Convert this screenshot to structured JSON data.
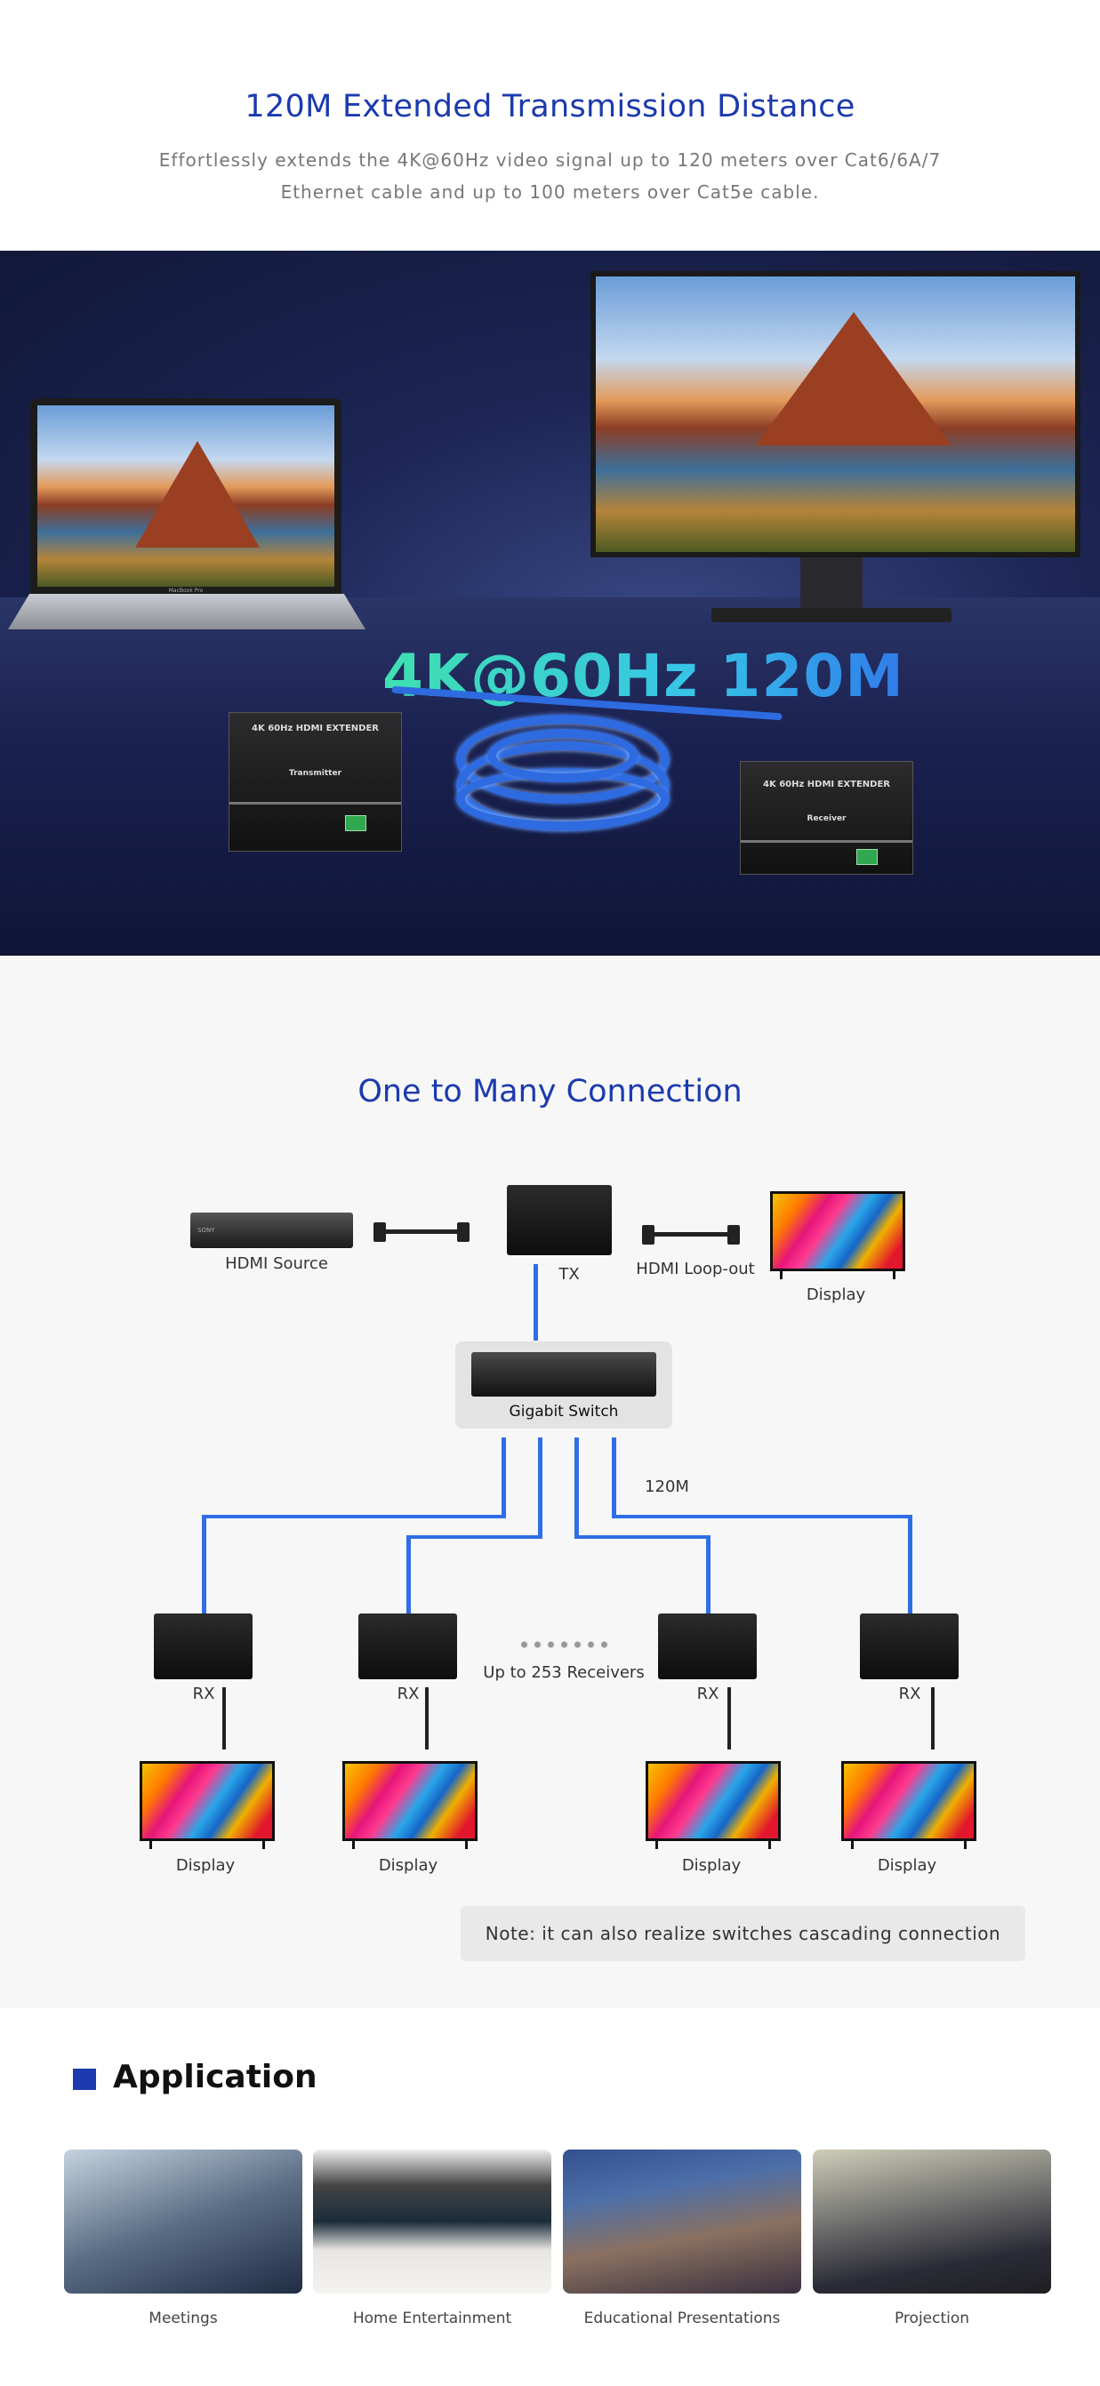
{
  "header": {
    "title": "120M Extended Transmission Distance",
    "subtitle_line1": "Effortlessly extends the 4K@60Hz video signal up to 120 meters over Cat6/6A/7",
    "subtitle_line2": "Ethernet cable and up to 100 meters over Cat5e cable."
  },
  "hero": {
    "speed_label": "4K@60Hz 120M",
    "device_title": "4K 60Hz HDMI EXTENDER",
    "tx_label": "Transmitter",
    "rx_label": "Receiver",
    "laptop_brand": "MacBook Pro"
  },
  "diagram": {
    "title": "One to Many Connection",
    "source_label": "HDMI Source",
    "source_brand": "SONY",
    "tx_label": "TX",
    "loopout_label": "HDMI Loop-out",
    "display_label": "Display",
    "switch_label": "Gigabit Switch",
    "distance_label": "120M",
    "receivers_label": "Up to 253 Receivers",
    "rx_label": "RX",
    "note": "Note: it can also realize switches cascading connection"
  },
  "application": {
    "title": "Application",
    "items": [
      {
        "label": "Meetings"
      },
      {
        "label": "Home Entertainment"
      },
      {
        "label": "Educational Presentations"
      },
      {
        "label": "Projection"
      }
    ]
  },
  "colors": {
    "accent": "#1b3aad",
    "cable": "#2f6ee6"
  }
}
